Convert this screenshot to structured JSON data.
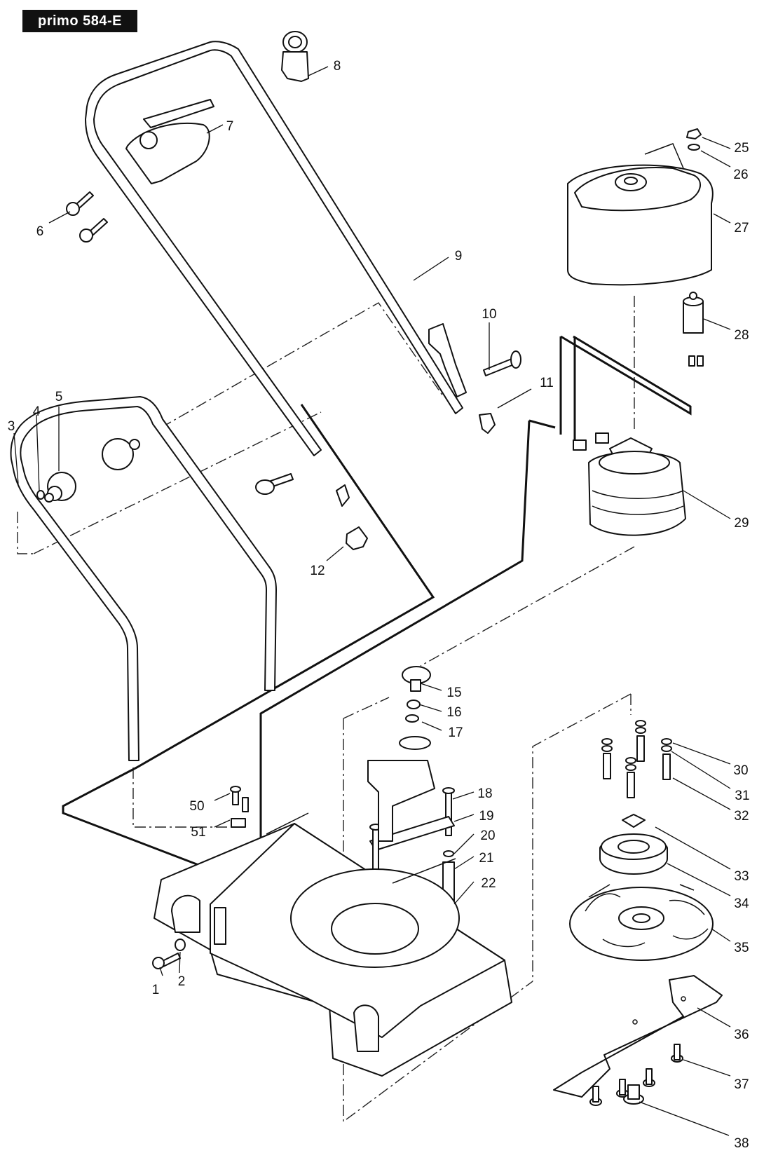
{
  "header": {
    "model": "primo 584-E"
  },
  "callouts": [
    {
      "id": "c1",
      "label": "1"
    },
    {
      "id": "c2",
      "label": "2"
    },
    {
      "id": "c3",
      "label": "3"
    },
    {
      "id": "c4",
      "label": "4"
    },
    {
      "id": "c5",
      "label": "5"
    },
    {
      "id": "c6",
      "label": "6"
    },
    {
      "id": "c7",
      "label": "7"
    },
    {
      "id": "c8",
      "label": "8"
    },
    {
      "id": "c9",
      "label": "9"
    },
    {
      "id": "c10",
      "label": "10"
    },
    {
      "id": "c11",
      "label": "11"
    },
    {
      "id": "c12",
      "label": "12"
    },
    {
      "id": "c15",
      "label": "15"
    },
    {
      "id": "c16",
      "label": "16"
    },
    {
      "id": "c17",
      "label": "17"
    },
    {
      "id": "c18",
      "label": "18"
    },
    {
      "id": "c19",
      "label": "19"
    },
    {
      "id": "c20",
      "label": "20"
    },
    {
      "id": "c21",
      "label": "21"
    },
    {
      "id": "c22",
      "label": "22"
    },
    {
      "id": "c25",
      "label": "25"
    },
    {
      "id": "c26",
      "label": "26"
    },
    {
      "id": "c27",
      "label": "27"
    },
    {
      "id": "c28",
      "label": "28"
    },
    {
      "id": "c29",
      "label": "29"
    },
    {
      "id": "c30",
      "label": "30"
    },
    {
      "id": "c31",
      "label": "31"
    },
    {
      "id": "c32",
      "label": "32"
    },
    {
      "id": "c33",
      "label": "33"
    },
    {
      "id": "c34",
      "label": "34"
    },
    {
      "id": "c35",
      "label": "35"
    },
    {
      "id": "c36",
      "label": "36"
    },
    {
      "id": "c37",
      "label": "37"
    },
    {
      "id": "c38",
      "label": "38"
    },
    {
      "id": "c50",
      "label": "50"
    },
    {
      "id": "c51",
      "label": "51"
    }
  ]
}
